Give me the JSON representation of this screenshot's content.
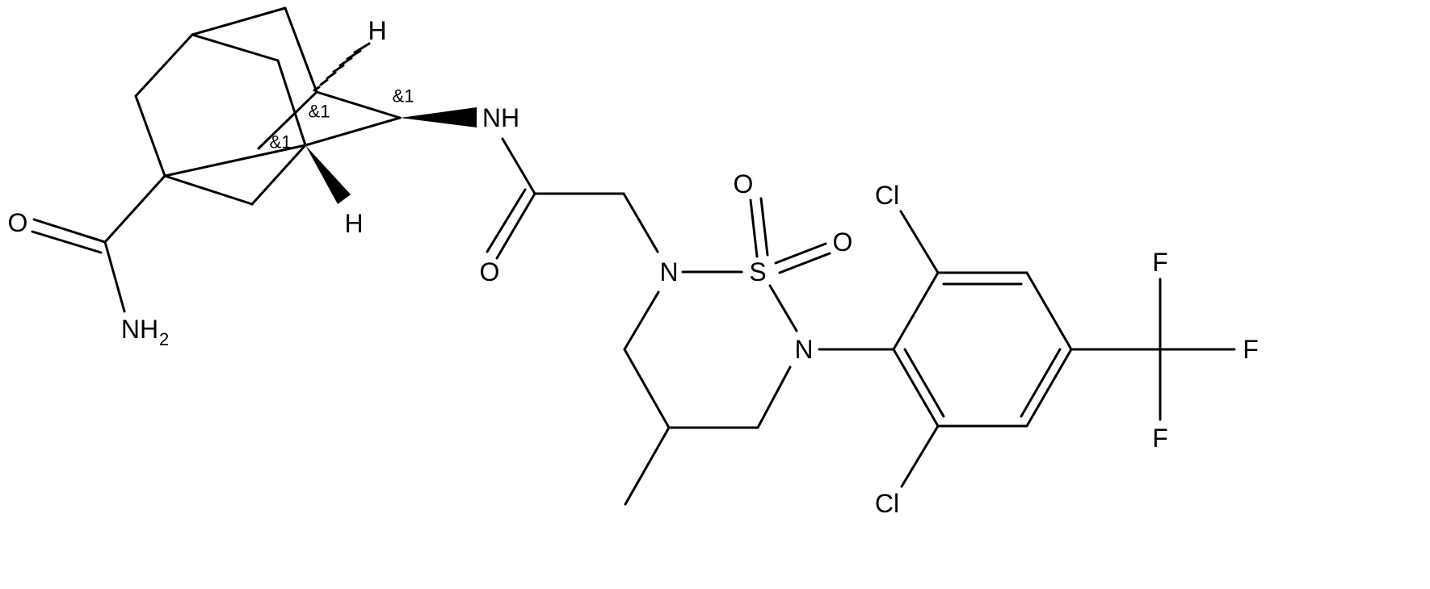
{
  "molecule": {
    "atoms": {
      "H_top": "H",
      "H_bottom": "H",
      "NH_amide": "NH",
      "O_amide": "O",
      "O_carboxamide": "O",
      "NH2_N": "NH",
      "NH2_sub": "2",
      "O_s1": "O",
      "O_s2": "O",
      "N_ring1": "N",
      "S_ring": "S",
      "N_ring2": "N",
      "Cl_top": "Cl",
      "Cl_bottom": "Cl",
      "F_top": "F",
      "F_right": "F",
      "F_bottom": "F"
    },
    "stereo_labels": {
      "s1": "&1",
      "s2": "&1",
      "s3": "&1"
    }
  }
}
